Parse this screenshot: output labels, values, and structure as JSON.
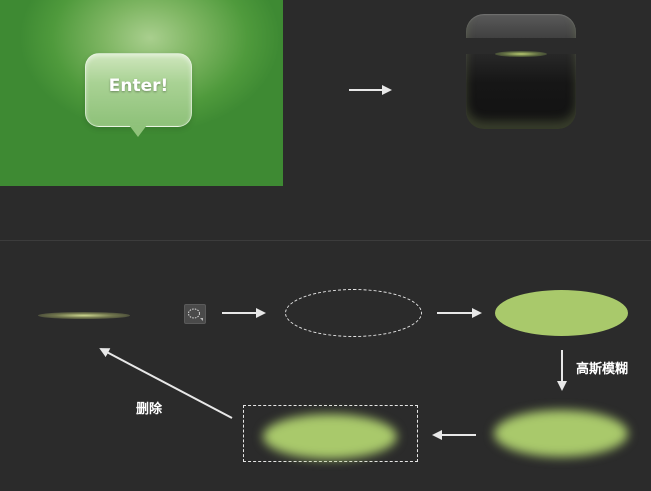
{
  "preview": {
    "bubble_text": "Enter!"
  },
  "labels": {
    "gaussian_blur": "高斯模糊",
    "delete": "删除"
  },
  "colors": {
    "background": "#2b2b2b",
    "ellipse_fill": "#a9c96b",
    "green_bg": "#4f9a3c",
    "arrow": "#e8e8e8"
  },
  "icons": {
    "tool": "elliptical-marquee-icon"
  }
}
